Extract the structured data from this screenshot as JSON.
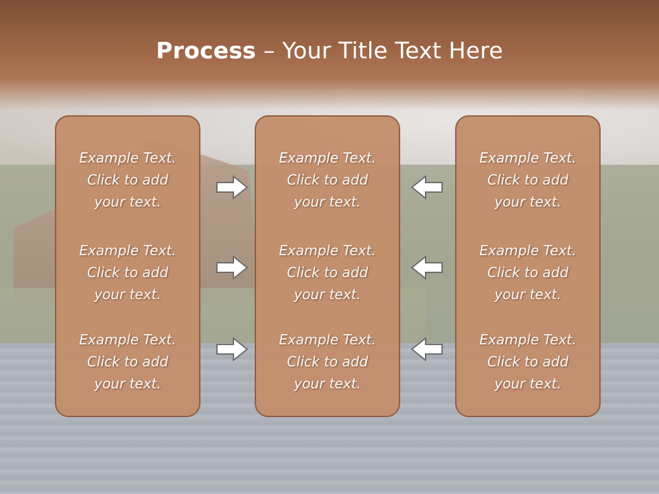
{
  "title": {
    "bold": "Process",
    "rest": " – Your Title Text Here"
  },
  "columns": [
    {
      "cells": [
        [
          "Example Text.",
          "Click  to add",
          "your text."
        ],
        [
          "Example Text.",
          "Click  to add",
          "your text."
        ],
        [
          "Example Text.",
          "Click  to add",
          "your text."
        ]
      ]
    },
    {
      "cells": [
        [
          "Example Text.",
          "Click  to add",
          "your text."
        ],
        [
          "Example Text.",
          "Click  to add",
          "your text."
        ],
        [
          "Example Text.",
          "Click  to add",
          "your text."
        ]
      ]
    },
    {
      "cells": [
        [
          "Example Text.",
          "Click  to add",
          "your text."
        ],
        [
          "Example Text.",
          "Click  to add",
          "your text."
        ],
        [
          "Example Text.",
          "Click  to add",
          "your text."
        ]
      ]
    }
  ],
  "arrows": {
    "left_group": "right-arrow-icon",
    "right_group": "left-arrow-icon"
  },
  "colors": {
    "box_fill": "#c48f6c",
    "box_border": "#8d5a3e",
    "header": "#9a6444",
    "arrow_fill": "#ffffff",
    "arrow_stroke": "#6d6d6d"
  }
}
